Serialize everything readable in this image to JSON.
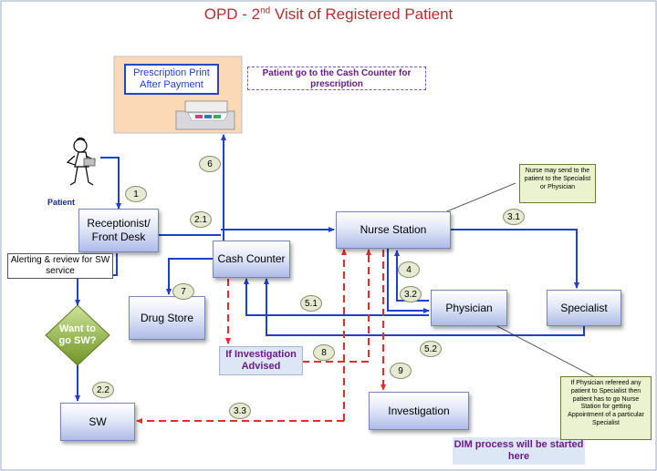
{
  "title": {
    "main": "OPD - 2",
    "superscript": "nd",
    "rest": " Visit of Registered Patient"
  },
  "patient_label": "Patient",
  "alert_label": "Alerting & review for SW service",
  "nodes": {
    "prescription_print": "Prescription Print After Payment",
    "receptionist": "Receptionist/ Front Desk",
    "cash_counter": "Cash Counter",
    "nurse_station": "Nurse Station",
    "physician": "Physician",
    "specialist": "Specialist",
    "drug_store": "Drug Store",
    "investigation": "Investigation",
    "sw": "SW",
    "decision": "Want to go SW?",
    "if_investigation": "If Investigation Advised"
  },
  "callouts": {
    "cash_counter_note": "Patient go to the Cash Counter for prescription",
    "dim_note": "DIM process will be started here",
    "nurse_note": "Nurse may send to the patient to the Specialist or Physician",
    "physician_note": "If Physician refereed any patient to Specialist then patient has to go Nurse Station for getting Appointment of a particular Specialist"
  },
  "steps": {
    "s1": "1",
    "s2_1": "2.1",
    "s2_2": "2.2",
    "s3_1": "3.1",
    "s3_2": "3.2",
    "s3_3": "3.3",
    "s4": "4",
    "s5_1": "5.1",
    "s5_2": "5.2",
    "s6": "6",
    "s7": "7",
    "s8": "8",
    "s9": "9"
  },
  "colors": {
    "flow_solid": "#1f3fd0",
    "flow_dashed": "#e52b2b",
    "title": "#b0302f",
    "decision_fill": "#8cb135",
    "callout_text": "#6a1a8a",
    "note_fill": "#eaf2cf",
    "printer_bg": "#fbd9b6"
  }
}
